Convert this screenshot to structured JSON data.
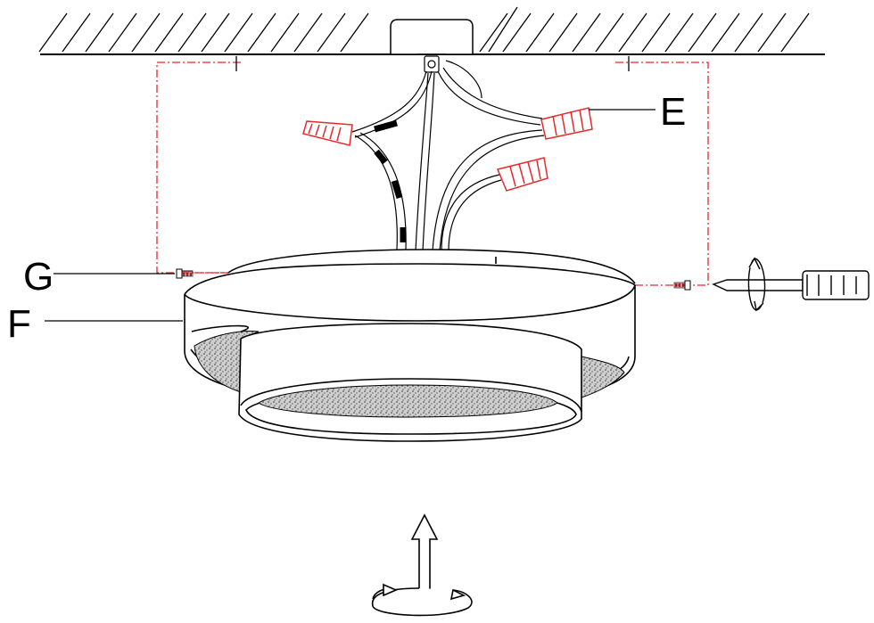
{
  "labels": {
    "e": "E",
    "f": "F",
    "g": "G"
  },
  "colors": {
    "line": "#000000",
    "accent": "#e8282d",
    "background": "#ffffff"
  },
  "icons": {
    "screwdriver": "screwdriver-icon",
    "rotate": "rotate-arrow-icon",
    "up_arrow": "up-arrow-icon"
  }
}
